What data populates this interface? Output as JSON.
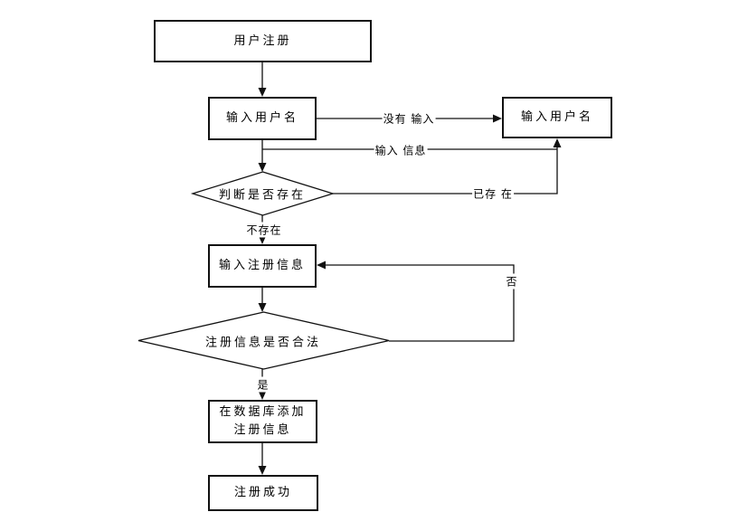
{
  "diagram": {
    "type": "flowchart",
    "background_color": "#ffffff",
    "line_color": "#111111",
    "node_fill": "#ffffff",
    "nodes": {
      "start": {
        "label": "用户注册",
        "shape": "rect"
      },
      "input_username": {
        "label": "输入用户名",
        "shape": "rect"
      },
      "reinput_username": {
        "label": "输入用户名",
        "shape": "rect"
      },
      "check_exists": {
        "label": "判断是否存在",
        "shape": "diamond"
      },
      "input_reg_info": {
        "label": "输入注册信息",
        "shape": "rect"
      },
      "check_valid": {
        "label": "注册信息是否合法",
        "shape": "diamond"
      },
      "add_to_db": {
        "label_line1": "在数据库添加",
        "label_line2": "注册信息",
        "shape": "rect"
      },
      "success": {
        "label": "注册成功",
        "shape": "rect"
      }
    },
    "edge_labels": {
      "no_input": "没有 输入",
      "input_info": "输入 信息",
      "already_exists": "已存 在",
      "not_exists": "不存在",
      "no": "否",
      "yes": "是"
    }
  }
}
